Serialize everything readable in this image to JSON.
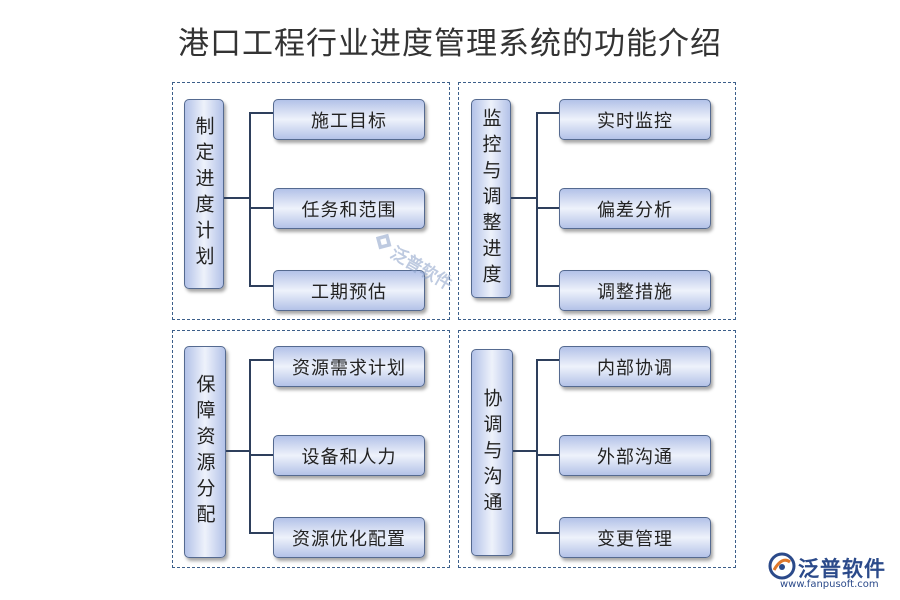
{
  "title": "港口工程行业进度管理系统的功能介绍",
  "panels": [
    {
      "heading": "制定进度计划",
      "items": [
        "施工目标",
        "任务和范围",
        "工期预估"
      ]
    },
    {
      "heading": "监控与调整进度",
      "items": [
        "实时监控",
        "偏差分析",
        "调整措施"
      ]
    },
    {
      "heading": "保障资源分配",
      "items": [
        "资源需求计划",
        "设备和人力",
        "资源优化配置"
      ]
    },
    {
      "heading": "协调与沟通",
      "items": [
        "内部协调",
        "外部沟通",
        "变更管理"
      ]
    }
  ],
  "watermark": {
    "text": "泛普软件"
  },
  "logo": {
    "name": "泛普软件",
    "url": "www.fanpusoft.com"
  },
  "colors": {
    "box_edge": "#556a90",
    "box_fill": "#b3c2e8",
    "line": "#2e3f5c",
    "logo": "#2b4a8a"
  }
}
